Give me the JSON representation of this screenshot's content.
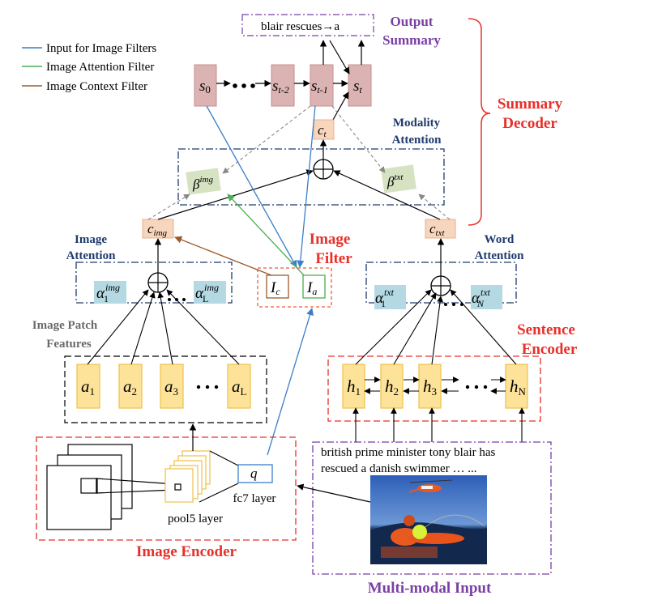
{
  "legend": [
    {
      "label": "Input for Image Filters",
      "color": "#3b7fc8"
    },
    {
      "label": "Image Attention Filter",
      "color": "#4caf50"
    },
    {
      "label": "Image Context Filter",
      "color": "#9c5a2a"
    }
  ],
  "output_summary": {
    "text": "blair  rescues→a",
    "label_line1": "Output",
    "label_line2": "Summary"
  },
  "summary_decoder": {
    "line1": "Summary",
    "line2": "Decoder"
  },
  "decoder_states": [
    {
      "base": "s",
      "sub": "0"
    },
    {
      "base": "s",
      "sub": "t-2"
    },
    {
      "base": "s",
      "sub": "t-1"
    },
    {
      "base": "s",
      "sub": "t"
    }
  ],
  "context": {
    "ct": {
      "base": "c",
      "sub": "t"
    },
    "cimg": {
      "base": "c",
      "sub": "img"
    },
    "ctxt": {
      "base": "c",
      "sub": "txt"
    }
  },
  "modality_attention": {
    "line1": "Modality",
    "line2": "Attention",
    "beta_img": {
      "base": "β",
      "sup": "img"
    },
    "beta_txt": {
      "base": "β",
      "sup": "txt"
    }
  },
  "image_attention": {
    "line1": "Image",
    "line2": "Attention",
    "alpha_first": {
      "base": "α",
      "sup": "img",
      "sub": "1"
    },
    "alpha_last": {
      "base": "α",
      "sup": "img",
      "sub": "L"
    }
  },
  "word_attention": {
    "line1": "Word",
    "line2": "Attention",
    "alpha_first": {
      "base": "α",
      "sup": "txt",
      "sub": "1"
    },
    "alpha_last": {
      "base": "α",
      "sup": "txt",
      "sub": "N"
    }
  },
  "image_filter": {
    "line1": "Image",
    "line2": "Filter",
    "ic": {
      "base": "I",
      "sub": "c"
    },
    "ia": {
      "base": "I",
      "sub": "a"
    }
  },
  "image_patch_features": {
    "line1": "Image Patch",
    "line2": "Features",
    "patches": [
      {
        "base": "a",
        "sub": "1"
      },
      {
        "base": "a",
        "sub": "2"
      },
      {
        "base": "a",
        "sub": "3"
      },
      {
        "base": "a",
        "sub": "L"
      }
    ]
  },
  "sentence_encoder": {
    "line1": "Sentence",
    "line2": "Encoder",
    "hidden": [
      {
        "base": "h",
        "sub": "1"
      },
      {
        "base": "h",
        "sub": "2"
      },
      {
        "base": "h",
        "sub": "3"
      },
      {
        "base": "h",
        "sub": "N"
      }
    ]
  },
  "image_encoder": {
    "label": "Image Encoder",
    "pool5": "pool5 layer",
    "fc7": "fc7 layer",
    "q": "q"
  },
  "multimodal_input": {
    "label": "Multi-modal Input",
    "sentence_line1": "british  prime  minister  tony  blair  has",
    "sentence_line2": "rescued a danish swimmer … ...",
    "image_desc": "helicopter-rescue-photo"
  },
  "ellipsis": "• • •",
  "colors": {
    "decoder_fill": "#dbb3b3",
    "decoder_stroke": "#c98e8e",
    "context_fill": "#f8d5bd",
    "context_stroke": "#e8b08c",
    "beta_fill": "#d5e3c3",
    "alpha_fill": "#b4d9e3",
    "patch_fill": "#fde39a",
    "patch_stroke": "#f0c048",
    "navy": "#1f3a6e",
    "red": "#e8302a",
    "purple": "#7a3fa5",
    "gray_label": "#6a6a6a"
  }
}
